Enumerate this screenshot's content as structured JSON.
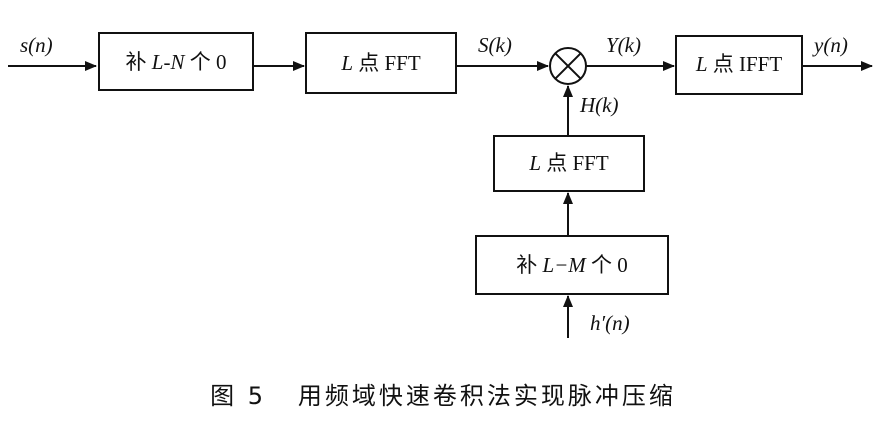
{
  "blocks": {
    "pad_signal": {
      "prefix": "补 ",
      "var": "L-N",
      "suffix": " 个 0"
    },
    "fft_signal": {
      "var": "L",
      "suffix": " 点 FFT"
    },
    "ifft": {
      "var": "L",
      "suffix": " 点 IFFT"
    },
    "fft_filter": {
      "var": "L",
      "suffix": " 点 FFT"
    },
    "pad_filter": {
      "prefix": "补 ",
      "var": "L−M",
      "suffix": " 个 0"
    }
  },
  "signals": {
    "input": "s(n)",
    "spectrum": "S(k)",
    "product": "Y(k)",
    "output": "y(n)",
    "filter_spectrum": "H(k)",
    "filter_input": "h′(n)"
  },
  "multiplier_symbol": "⊗",
  "caption": {
    "figure_no": "图 5",
    "text": "用频域快速卷积法实现脉冲压缩"
  }
}
